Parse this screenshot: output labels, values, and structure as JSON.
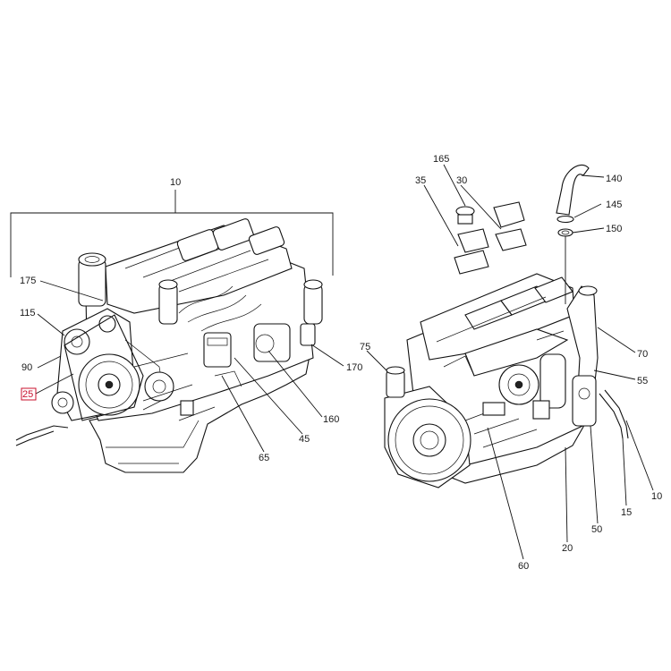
{
  "highlight_color": "#c8102e",
  "assembly_bracket_label": "10",
  "left_view": {
    "callouts": [
      {
        "id": "175",
        "text": "175",
        "highlighted": false
      },
      {
        "id": "115",
        "text": "115",
        "highlighted": false
      },
      {
        "id": "90",
        "text": "90",
        "highlighted": false
      },
      {
        "id": "25",
        "text": "25",
        "highlighted": true
      },
      {
        "id": "65",
        "text": "65",
        "highlighted": false
      },
      {
        "id": "45",
        "text": "45",
        "highlighted": false
      },
      {
        "id": "160",
        "text": "160",
        "highlighted": false
      },
      {
        "id": "170",
        "text": "170",
        "highlighted": false
      }
    ]
  },
  "right_view": {
    "callouts": [
      {
        "id": "165",
        "text": "165",
        "highlighted": false
      },
      {
        "id": "35",
        "text": "35",
        "highlighted": false
      },
      {
        "id": "30",
        "text": "30",
        "highlighted": false
      },
      {
        "id": "140",
        "text": "140",
        "highlighted": false
      },
      {
        "id": "145",
        "text": "145",
        "highlighted": false
      },
      {
        "id": "150",
        "text": "150",
        "highlighted": false
      },
      {
        "id": "75",
        "text": "75",
        "highlighted": false
      },
      {
        "id": "70",
        "text": "70",
        "highlighted": false
      },
      {
        "id": "55",
        "text": "55",
        "highlighted": false
      },
      {
        "id": "10",
        "text": "10",
        "highlighted": false
      },
      {
        "id": "15",
        "text": "15",
        "highlighted": false
      },
      {
        "id": "50",
        "text": "50",
        "highlighted": false
      },
      {
        "id": "20",
        "text": "20",
        "highlighted": false
      },
      {
        "id": "60",
        "text": "60",
        "highlighted": false
      }
    ]
  }
}
